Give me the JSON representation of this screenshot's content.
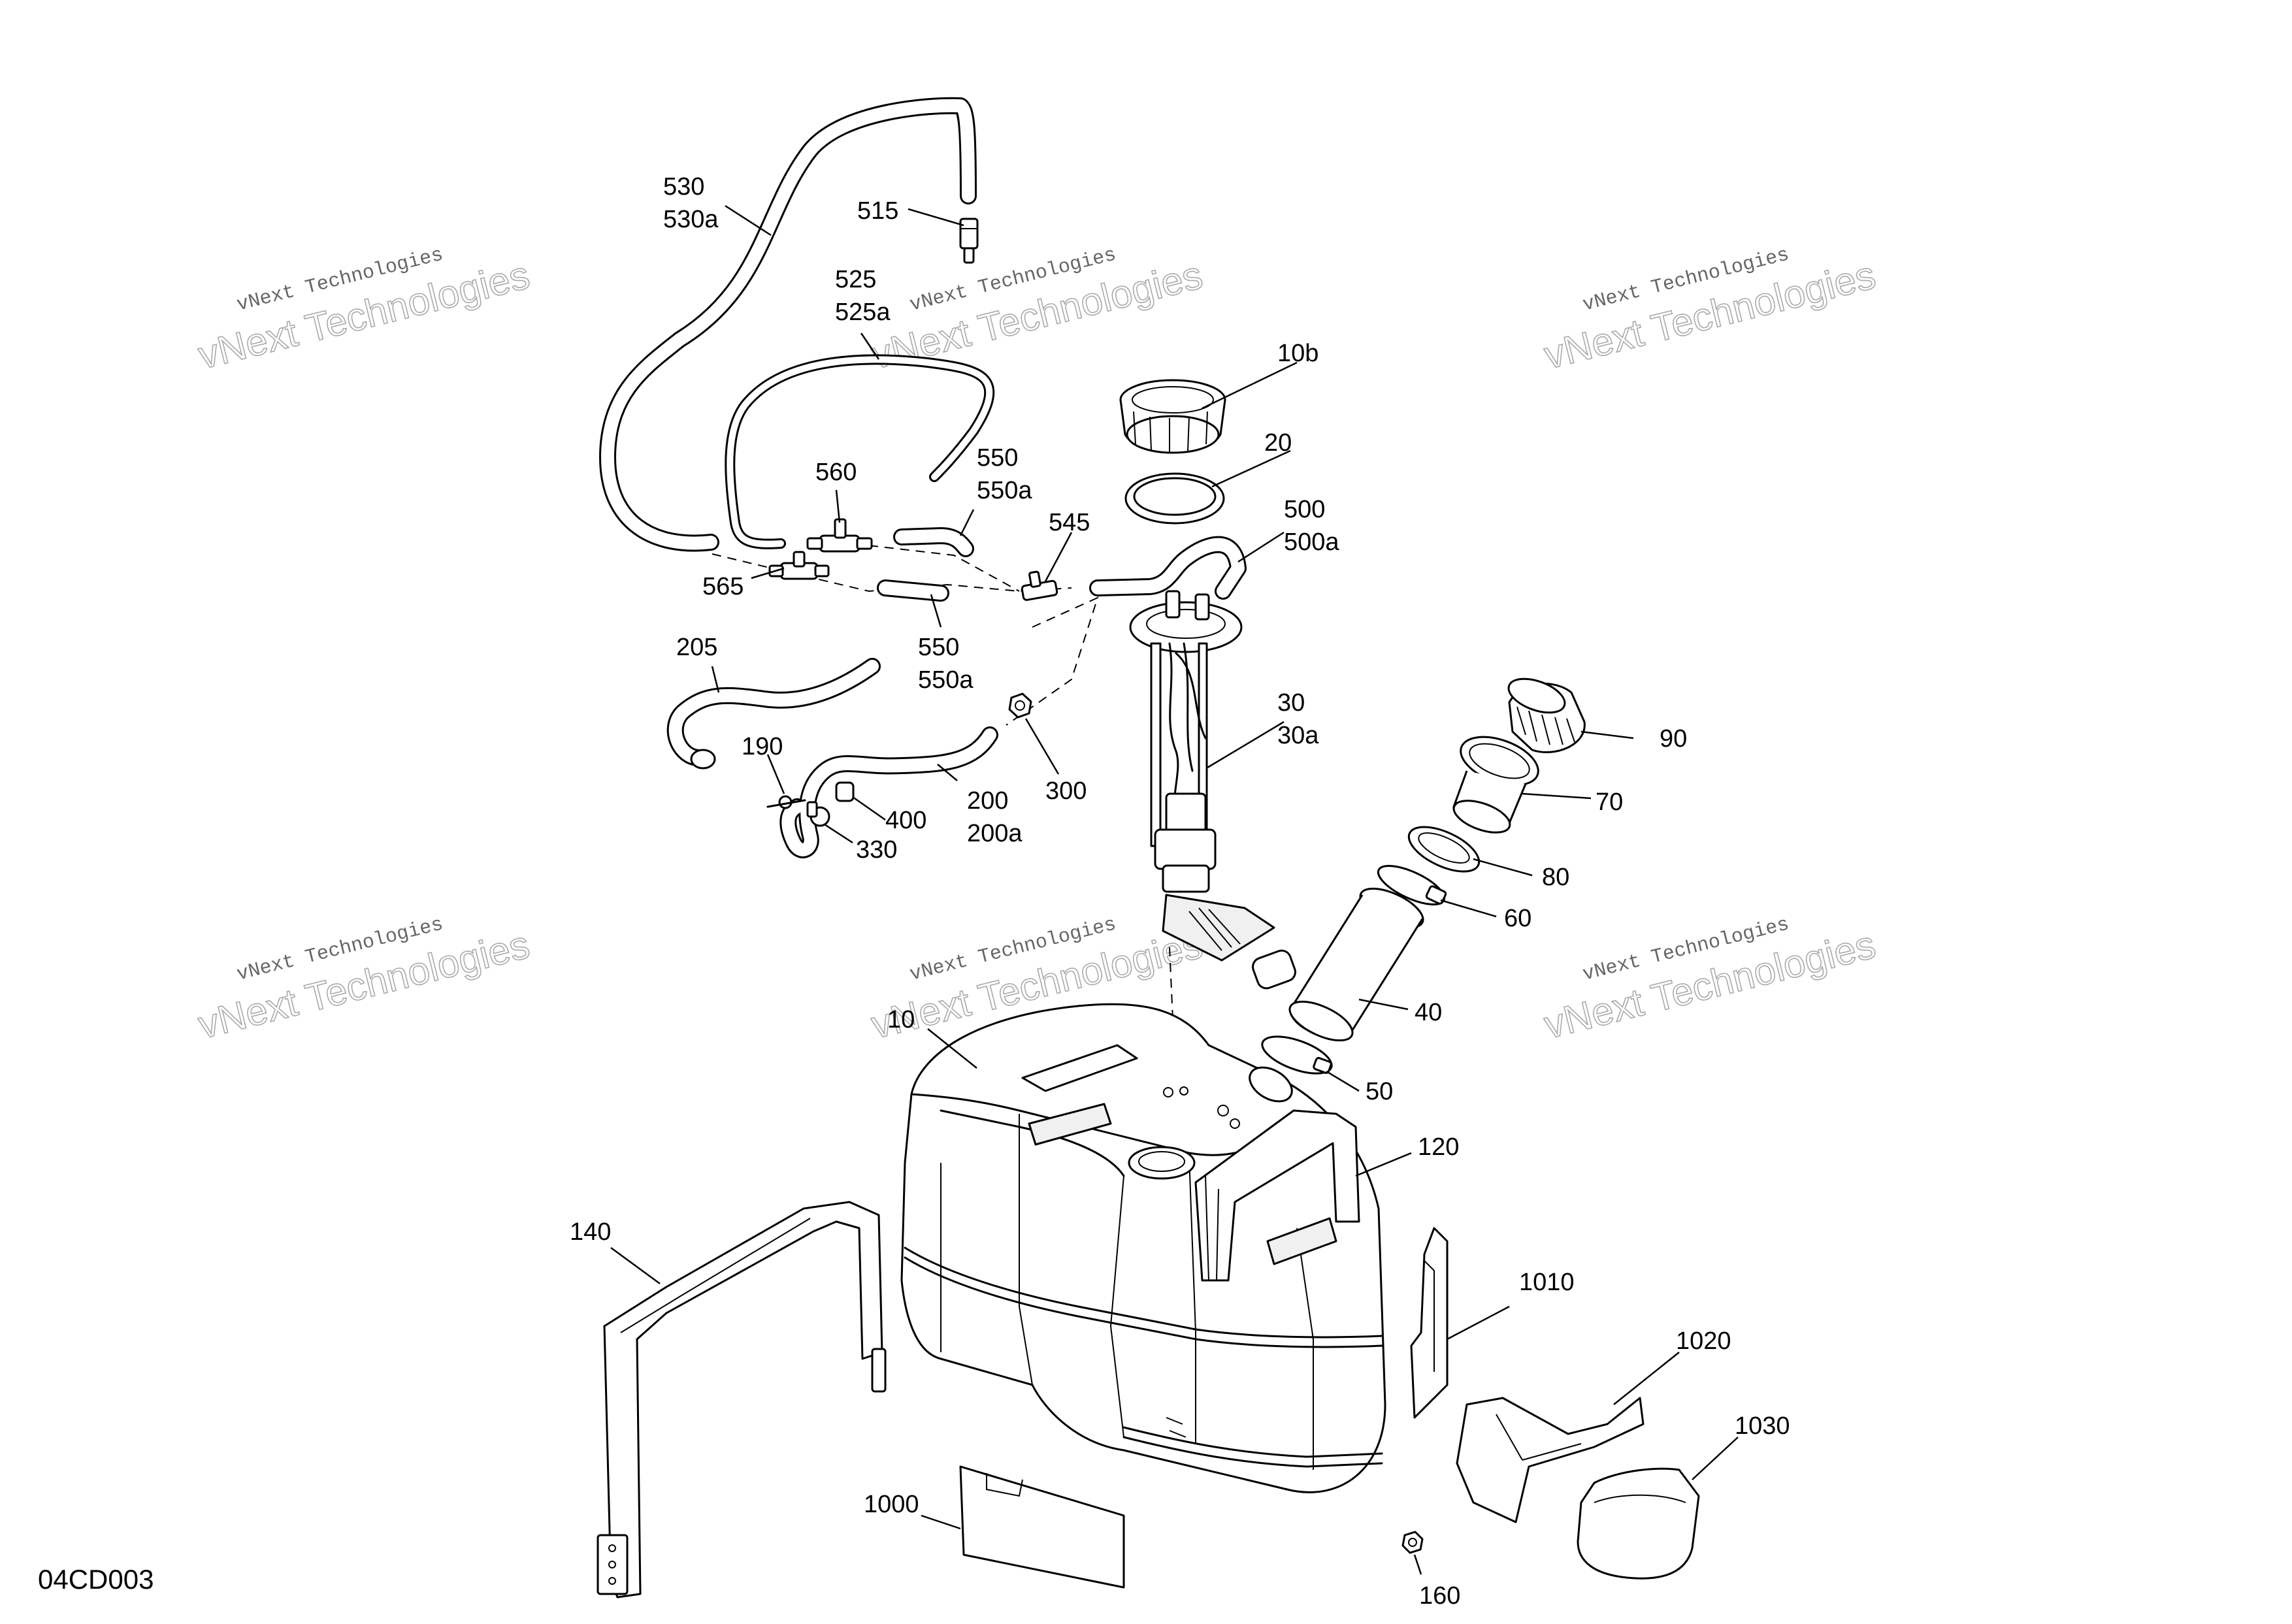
{
  "diagram_code": "04CD003",
  "watermark": {
    "line1": "vNext Technologies",
    "line2": "vNext Technologies"
  },
  "parts": {
    "p10": "10",
    "p10b": "10b",
    "p20": "20",
    "p30": "30",
    "p30a": "30a",
    "p40": "40",
    "p50": "50",
    "p60": "60",
    "p70": "70",
    "p80": "80",
    "p90": "90",
    "p120": "120",
    "p140": "140",
    "p160": "160",
    "p190": "190",
    "p200": "200",
    "p200a": "200a",
    "p205": "205",
    "p300": "300",
    "p330": "330",
    "p400": "400",
    "p500": "500",
    "p500a": "500a",
    "p515": "515",
    "p525": "525",
    "p525a": "525a",
    "p530": "530",
    "p530a": "530a",
    "p545": "545",
    "p550": "550",
    "p550a": "550a",
    "p550b": "550",
    "p550ba": "550a",
    "p560": "560",
    "p565": "565",
    "p1000": "1000",
    "p1010": "1010",
    "p1020": "1020",
    "p1030": "1030"
  },
  "icons": [
    "fuel-tank",
    "fuel-pump",
    "filler-neck",
    "fuel-cap",
    "strap",
    "heat-shield"
  ]
}
